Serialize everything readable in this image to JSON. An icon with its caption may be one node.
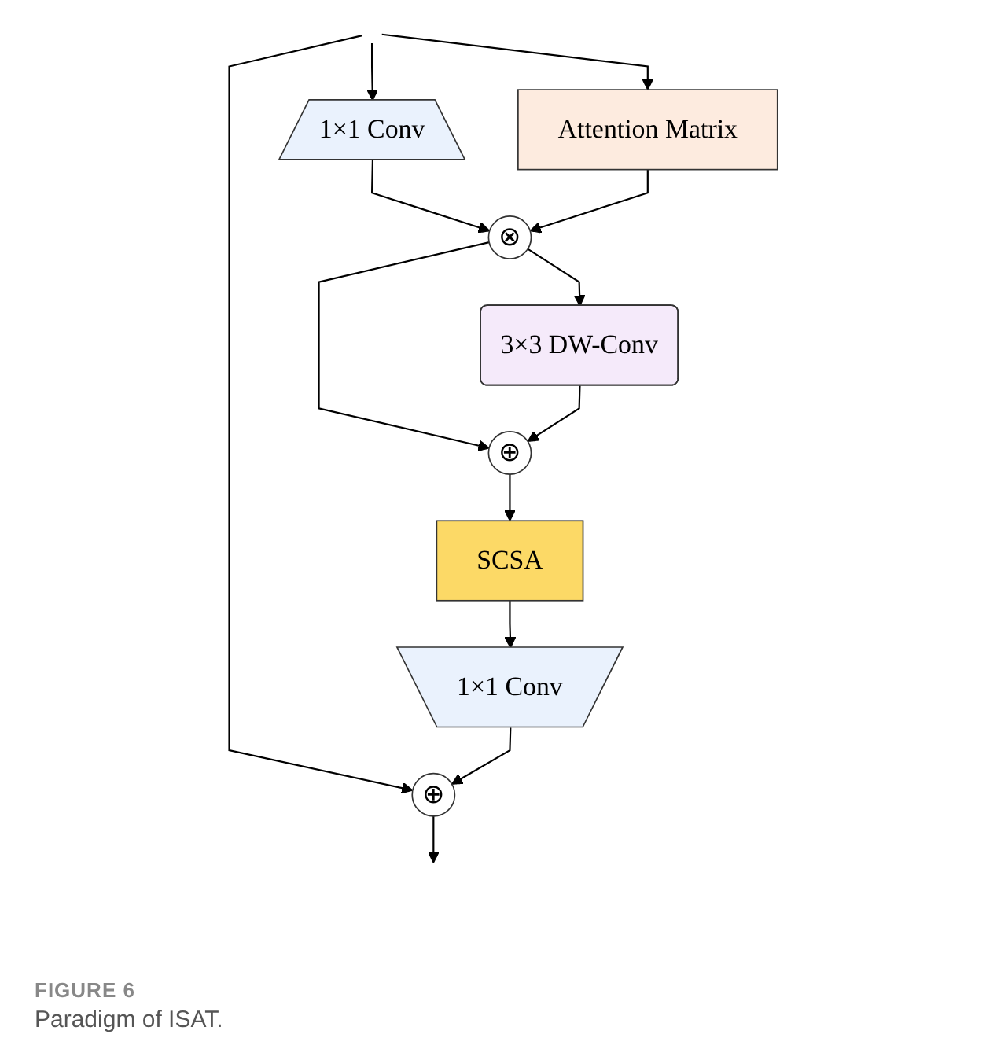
{
  "diagram": {
    "caption": "Paradigm of ISAT.",
    "nodes": [
      {
        "text": [
          "1×1 Conv"
        ]
      },
      {
        "text": [
          "⊗"
        ]
      },
      {
        "text": [
          "3×3 DW-Conv"
        ]
      },
      {
        "text": [
          "⊕"
        ]
      },
      {
        "text": [
          "SCSA"
        ]
      },
      {
        "text": [
          "1×1 Conv"
        ]
      },
      {
        "text": [
          "⊕"
        ]
      },
      {
        "text": [
          "Attention Matrix"
        ]
      }
    ],
    "edges": [
      {
        "from": null,
        "to": 0,
        "arrow": "to"
      },
      {
        "from": null,
        "to": 7,
        "arrow": "to"
      },
      {
        "from": null,
        "to": 6,
        "arrow": "to"
      },
      {
        "from": 0,
        "to": 1,
        "arrow": "to"
      },
      {
        "from": 7,
        "to": 1,
        "arrow": "to"
      },
      {
        "from": 1,
        "to": 2,
        "arrow": "to"
      },
      {
        "from": 1,
        "to": 3,
        "arrow": "to"
      },
      {
        "from": 2,
        "to": 3,
        "arrow": "to"
      },
      {
        "from": 3,
        "to": 4,
        "arrow": "to"
      },
      {
        "from": 4,
        "to": 5,
        "arrow": "to"
      },
      {
        "from": 5,
        "to": 6,
        "arrow": "to"
      },
      {
        "from": 6,
        "to": null,
        "arrow": "to"
      }
    ],
    "labels": [
      "FIGURE 6"
    ]
  }
}
